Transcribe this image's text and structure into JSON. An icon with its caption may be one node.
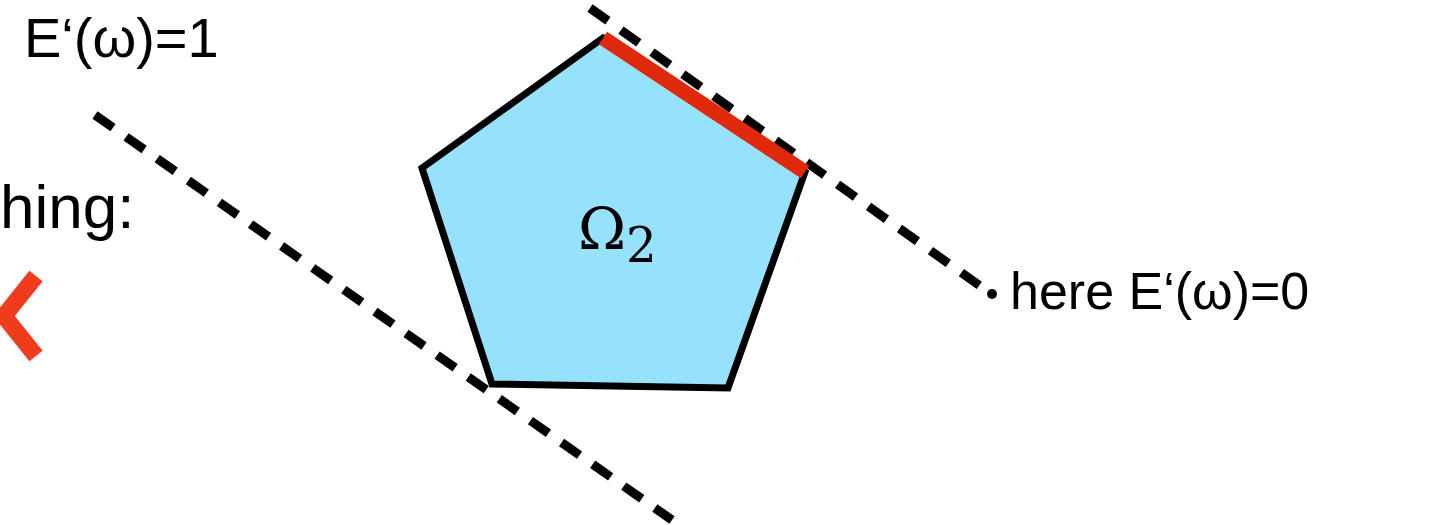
{
  "diagram": {
    "nodes": [
      {
        "text": [
          "Ω$_{2}$"
        ]
      }
    ],
    "edges": [],
    "labels": [
      "E‘(ω)=1",
      "hing:",
      "here E‘(ω)=0"
    ]
  }
}
